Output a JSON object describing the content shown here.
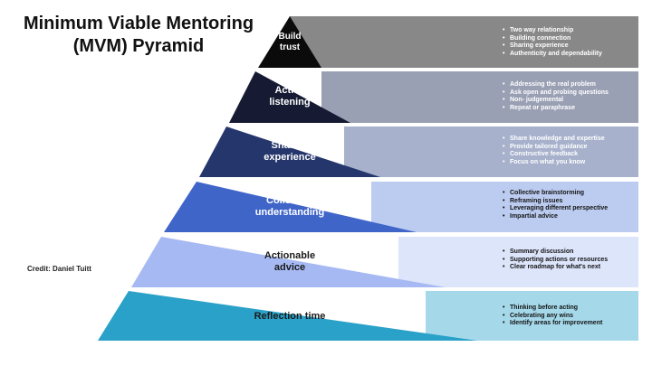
{
  "title": [
    "Minimum Viable Mentoring",
    "(MVM) Pyramid"
  ],
  "credit": "Credit: Daniel Tuitt",
  "tiers": [
    {
      "label": [
        "Build",
        "trust"
      ],
      "bullets": [
        "Two way relationship",
        "Building connection",
        "Sharing experience",
        "Authenticity and dependability"
      ],
      "color": "#0b0b0b",
      "band": "#888888"
    },
    {
      "label": [
        "Active",
        "listening"
      ],
      "bullets": [
        "Addressing the real problem",
        "Ask open and probing questions",
        "Non- judgemental",
        "Repeat or paraphrase"
      ],
      "color": "#161b33",
      "band": "#9aa0b4"
    },
    {
      "label": [
        "Sharing",
        "experience"
      ],
      "bullets": [
        "Share knowledge and expertise",
        "Provide tailored guidance",
        "Constructive feedback",
        "Focus on what you know"
      ],
      "color": "#25366c",
      "band": "#a7b1cc"
    },
    {
      "label": [
        "Collective",
        "understanding"
      ],
      "bullets": [
        "Collective brainstorming",
        "Reframing issues",
        "Leveraging different perspective",
        "Impartial advice"
      ],
      "color": "#4065c9",
      "band": "#bccbf0"
    },
    {
      "label": [
        "Actionable",
        "advice"
      ],
      "bullets": [
        "Summary discussion",
        "Supporting actions or resources",
        "Clear roadmap for what's next"
      ],
      "color": "#a6b9f3",
      "band": "#dde5fb"
    },
    {
      "label": [
        "Reflection time"
      ],
      "bullets": [
        "Thinking before acting",
        "Celebrating any wins",
        "Identify areas for improvement"
      ],
      "color": "#2aa1c8",
      "band": "#a5d9ea"
    }
  ]
}
